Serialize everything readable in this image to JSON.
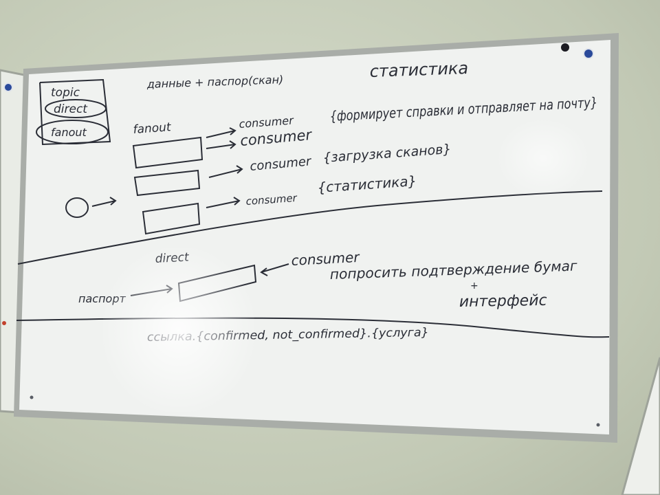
{
  "board": {
    "legend": {
      "topic": "topic",
      "direct": "direct",
      "fanout": "fanout"
    },
    "header_left": "данные + паспор(скан)",
    "header_right": "статистика",
    "section1": {
      "label": "fanout",
      "consumer_1": "consumer",
      "consumer_2": "consumer",
      "consumer_3": "consumer",
      "consumer_4": "consumer",
      "note_1": "{формирует справки и отправляет на почту}",
      "note_2": "{загрузка сканов}",
      "note_3": "{статистика}"
    },
    "section2": {
      "label": "direct",
      "consumer": "consumer",
      "source": "паспорт",
      "note_line1": "попросить подтверждение бумаг",
      "note_plus": "+",
      "note_line2": "интерфейс"
    },
    "section3": {
      "text": "ссылка.{confirmed, not_confirmed}.{услуга}"
    }
  }
}
